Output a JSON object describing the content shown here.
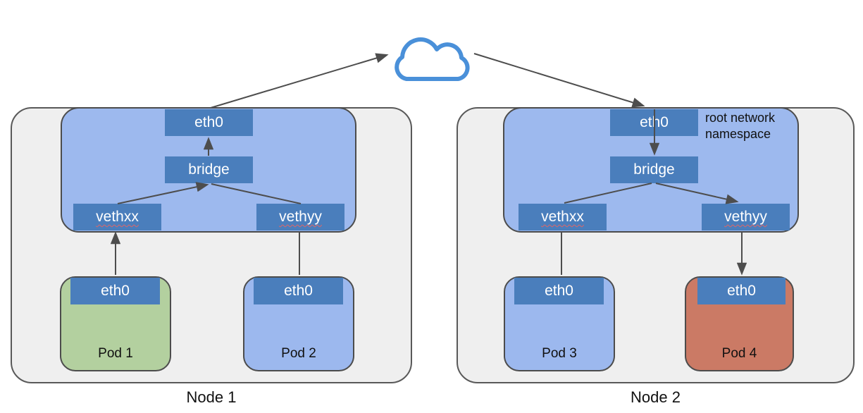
{
  "diagram_title": "",
  "colors": {
    "node_fill": "#efefef",
    "node_border": "#595959",
    "namespace_fill": "#9db9ee",
    "component_fill": "#4a7ebc",
    "component_text": "#ffffff",
    "pod_blue": "#9cb8ee",
    "pod_green": "#b3d09f",
    "pod_red": "#cb7a65",
    "cloud_stroke": "#4a90d9",
    "connector": "#4d4d4d",
    "spellcheck_underline": "#e06666"
  },
  "cloud": {
    "icon": "cloud-icon"
  },
  "nodes": [
    {
      "label": "Node 1",
      "namespace_label": "",
      "eth0": "eth0",
      "bridge": "bridge",
      "veth_left": "vethxx",
      "veth_right": "vethyy",
      "pods": [
        {
          "name": "Pod 1",
          "interface": "eth0",
          "fill": "#b3d09f"
        },
        {
          "name": "Pod 2",
          "interface": "eth0",
          "fill": "#9cb8ee"
        }
      ]
    },
    {
      "label": "Node 2",
      "namespace_label": "root network namespace",
      "eth0": "eth0",
      "bridge": "bridge",
      "veth_left": "vethxx",
      "veth_right": "vethyy",
      "pods": [
        {
          "name": "Pod 3",
          "interface": "eth0",
          "fill": "#9cb8ee"
        },
        {
          "name": "Pod 4",
          "interface": "eth0",
          "fill": "#cb7a65"
        }
      ]
    }
  ],
  "edges": [
    {
      "from": "node1.pod1.eth0",
      "to": "node1.vethxx",
      "arrow": true
    },
    {
      "from": "node1.pod2.eth0",
      "to": "node1.vethyy",
      "arrow": false
    },
    {
      "from": "node1.vethxx",
      "to": "node1.bridge",
      "arrow": true
    },
    {
      "from": "node1.vethyy",
      "to": "node1.bridge",
      "arrow": false
    },
    {
      "from": "node1.bridge",
      "to": "node1.eth0",
      "arrow": true
    },
    {
      "from": "node1.eth0",
      "to": "cloud",
      "arrow": true
    },
    {
      "from": "cloud",
      "to": "node2.eth0",
      "arrow": true
    },
    {
      "from": "node2.eth0",
      "to": "node2.bridge",
      "arrow": true
    },
    {
      "from": "node2.bridge",
      "to": "node2.vethxx",
      "arrow": false
    },
    {
      "from": "node2.bridge",
      "to": "node2.vethyy",
      "arrow": true
    },
    {
      "from": "node2.pod3.eth0",
      "to": "node2.vethxx",
      "arrow": false
    },
    {
      "from": "node2.vethyy",
      "to": "node2.pod4.eth0",
      "arrow": true
    }
  ]
}
